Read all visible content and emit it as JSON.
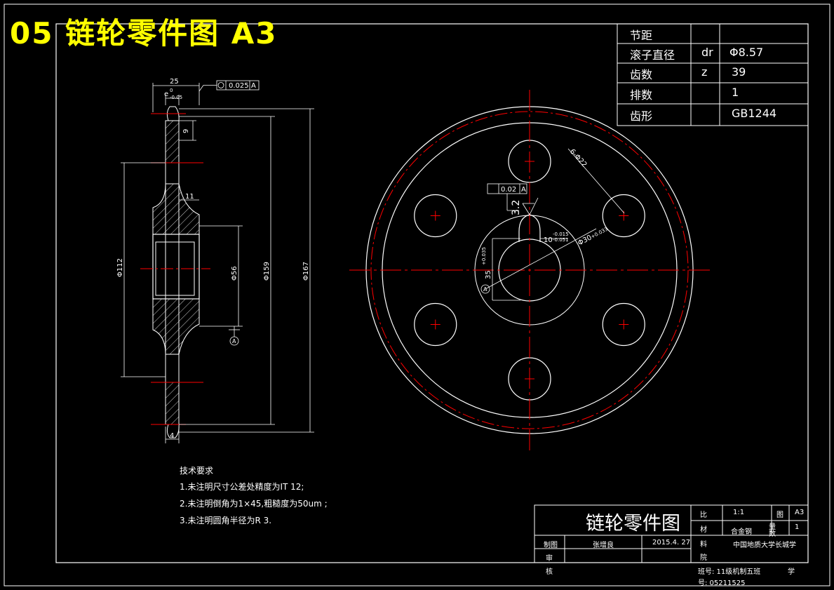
{
  "banner": "05 链轮零件图 A3",
  "param_table": [
    {
      "name": "节距",
      "symbol": "",
      "value": ""
    },
    {
      "name": "滚子直径",
      "symbol": "dr",
      "value": "Φ8.57"
    },
    {
      "name": "齿数",
      "symbol": "z",
      "value": "39"
    },
    {
      "name": "排数",
      "symbol": "",
      "value": "1"
    },
    {
      "name": "齿形",
      "symbol": "",
      "value": "GB1244"
    }
  ],
  "dims": {
    "width_25": "25",
    "tol_top": "0.025",
    "datum_a": "A",
    "e_lbl": "e",
    "e_tol_up": "0",
    "e_tol_dn": "-0.05",
    "d9": "9",
    "d11": "11",
    "d4": "4",
    "d112": "Φ112",
    "d56": "Φ56",
    "d159": "Φ159",
    "d167": "Φ167",
    "flat_tol": "0.02",
    "rough": "3.2",
    "keyway": "10",
    "keyway_up": "-0.015",
    "keyway_dn": "-0.051",
    "bore": "Φ30",
    "bore_tol": "+0.033",
    "d35": "35",
    "d35_tol": "+0.035",
    "holes": "6-Φ22",
    "datum_mark": "A"
  },
  "tech": {
    "title": "技术要求",
    "items": [
      "1.未注明尺寸公差处精度为IT 12;",
      "2.未注明倒角为1×45,粗糙度为50um ;",
      "3.未注明圆角半径为R 3."
    ]
  },
  "title_block": {
    "drawing_title": "链轮零件图",
    "scale_label": "比",
    "scale_value": "1:1",
    "sheet_label": "图",
    "sheet_value": "A3",
    "material_label": "材",
    "material_value": "合金钢",
    "qty_label": "数",
    "qty_value": "1",
    "qty_label2": "量",
    "drafter_label": "制图",
    "drafter_name": "张增良",
    "date": "2015.4. 27",
    "material2": "料",
    "college": "中国地质大学长城学",
    "college2": "院",
    "review_label": "审",
    "review_label2": "核",
    "class_info": "班号: 11级机制五班",
    "student_label": "学",
    "student_no": "号: 05211525"
  },
  "colors": {
    "line": "#ffffff",
    "center": "#ff0000",
    "banner": "#ffff00"
  }
}
